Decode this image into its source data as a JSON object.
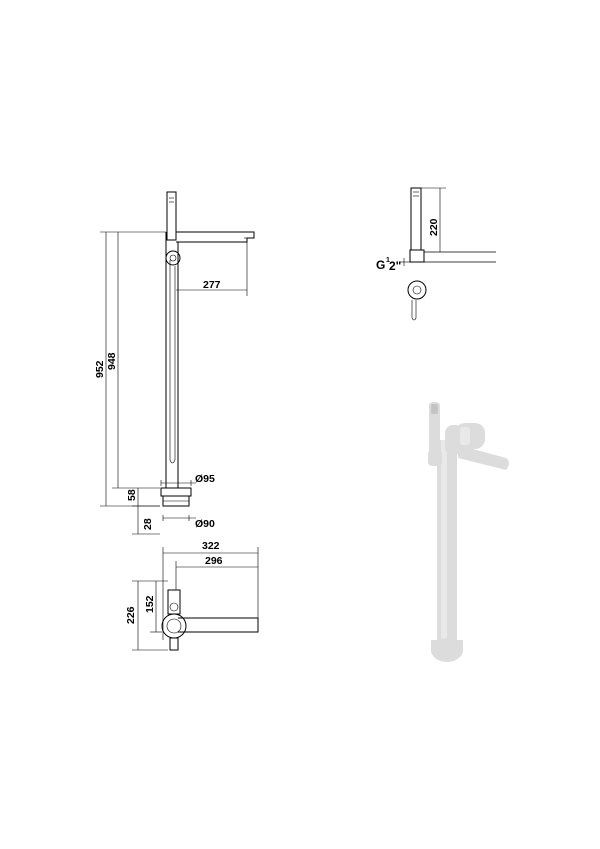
{
  "front_view": {
    "dim_spout_reach": "277",
    "dim_total_height_outer": "952",
    "dim_total_height_inner": "948",
    "dim_base_flange": "58",
    "dim_base_bottom": "28",
    "dim_base_diameter_top": "Ø95",
    "dim_base_diameter_bottom": "Ø90"
  },
  "top_view": {
    "dim_overall_length": "322",
    "dim_spout_length": "296",
    "dim_depth_outer": "226",
    "dim_depth_inner": "152"
  },
  "side_view": {
    "dim_holder_height": "220",
    "connection_thread_prefix": "G",
    "connection_thread_num": "1",
    "connection_thread_den": "2\""
  },
  "render_view": {
    "description_icon": "faucet-3d-render-icon"
  }
}
